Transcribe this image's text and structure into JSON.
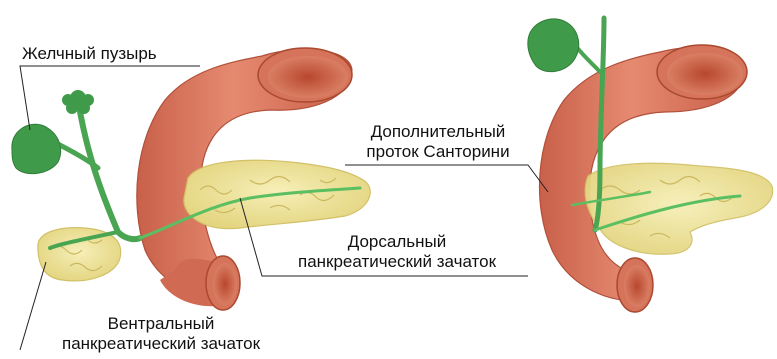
{
  "labels": {
    "gallbladder": "Желчный пузырь",
    "accessory_duct_line1": "Дополнительный",
    "accessory_duct_line2": "проток Санторини",
    "dorsal_bud_line1": "Дорсальный",
    "dorsal_bud_line2": "панкреатический зачаток",
    "ventral_bud_line1": "Вентральный",
    "ventral_bud_line2": "панкреатический зачаток"
  },
  "colors": {
    "duodenum": "#e07a62",
    "duodenum_dark": "#b85440",
    "duodenum_lumen": "#c4553c",
    "pancreas": "#efe59c",
    "pancreas_edge": "#d8c66a",
    "bile": "#3f9b4a",
    "bile_light": "#5bbf62",
    "leader": "#222222"
  }
}
